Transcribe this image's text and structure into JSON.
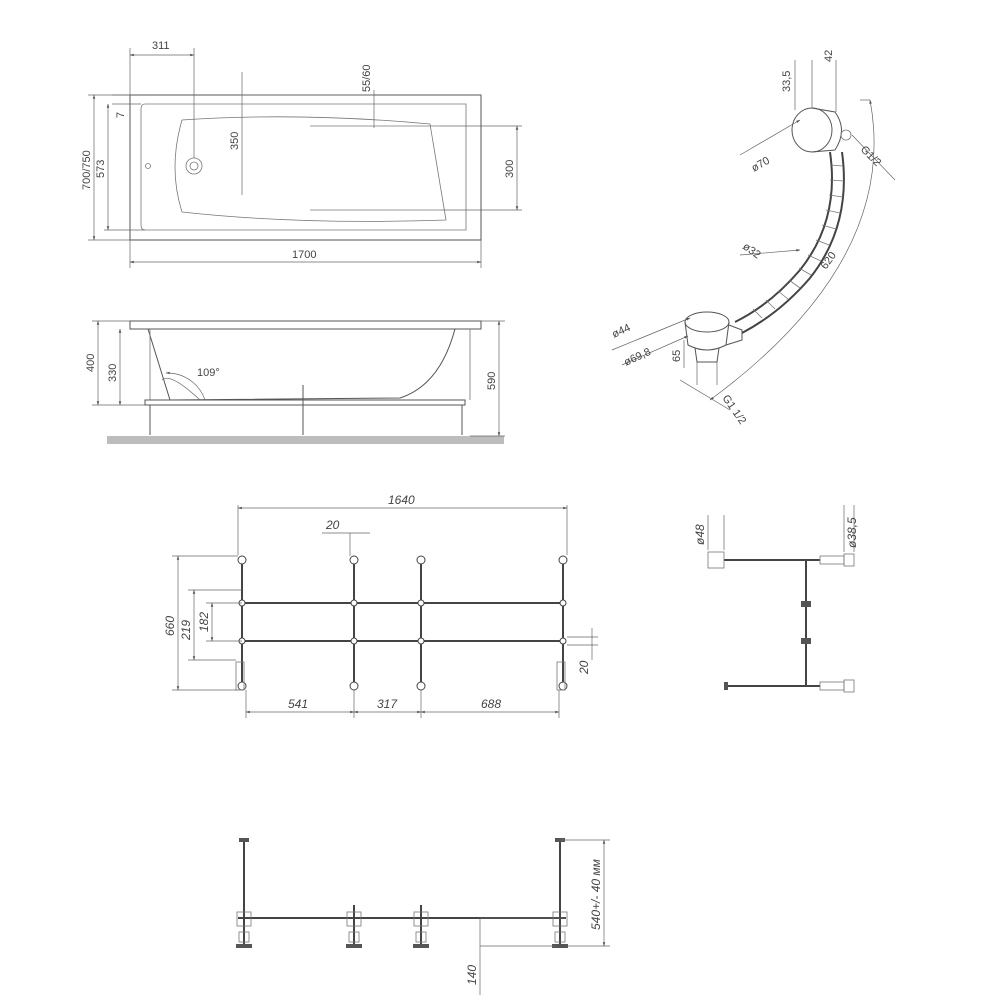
{
  "top_view": {
    "dim_311": "311",
    "dim_55_60": "55/60",
    "dim_7": "7",
    "dim_350": "350",
    "dim_700_750": "700/750",
    "dim_573": "573",
    "dim_300": "300",
    "dim_1700": "1700"
  },
  "side_view": {
    "dim_400": "400",
    "dim_330": "330",
    "angle_109": "109°",
    "dim_590": "590"
  },
  "drain": {
    "dim_33_5": "33,5",
    "dim_42": "42",
    "dim_d70": "ø70",
    "thread_g1_2": "G1/2",
    "dim_d32": "ø32",
    "dim_620": "620",
    "dim_d44": "ø44",
    "dim_d69_8": "ø69,8",
    "dim_65": "65",
    "thread_g1_1_2": "G1 1/2"
  },
  "frame_plan": {
    "dim_1640": "1640",
    "dim_20_top": "20",
    "dim_660": "660",
    "dim_219": "219",
    "dim_182": "182",
    "dim_20_side": "20",
    "dim_541": "541",
    "dim_317": "317",
    "dim_688": "688"
  },
  "frame_side": {
    "dim_d48": "ø48",
    "dim_d38_5": "ø38,5"
  },
  "frame_front": {
    "dim_540": "540+/- 40 мм",
    "dim_140": "140"
  }
}
